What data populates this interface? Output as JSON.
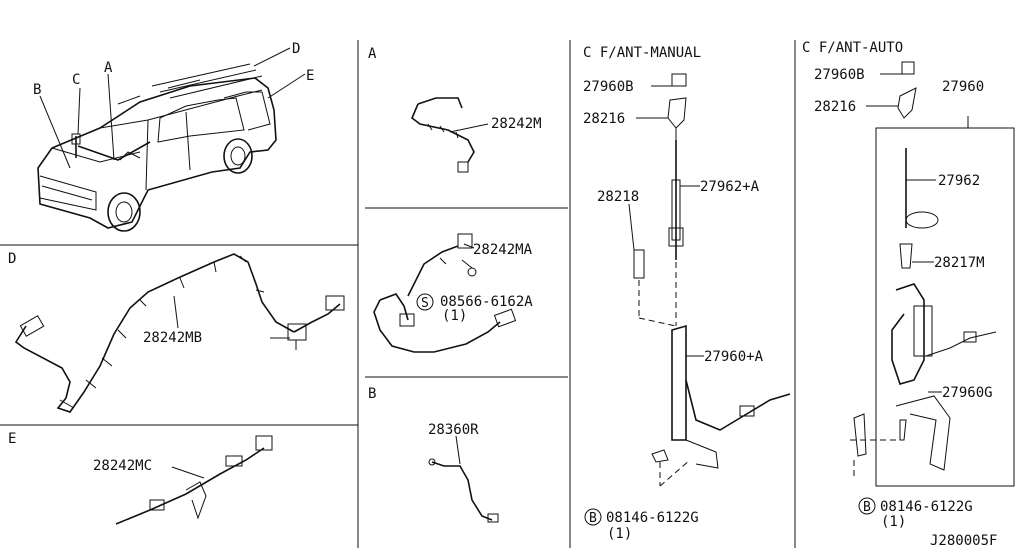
{
  "panels": {
    "vehicle": {
      "letters": [
        "B",
        "C",
        "A",
        "D",
        "E"
      ]
    },
    "D": {
      "letter": "D",
      "part": "28242MB"
    },
    "E": {
      "letter": "E",
      "part": "28242MC"
    },
    "A1": {
      "letter": "A",
      "part": "28242M"
    },
    "A2": {
      "part": "28242MA",
      "bolt_symbol": "S",
      "bolt": "08566-6162A",
      "qty": "(1)"
    },
    "B": {
      "letter": "B",
      "part": "28360R"
    },
    "C_manual": {
      "title": "C  F/ANT-MANUAL",
      "parts": [
        "27960B",
        "28216",
        "28218",
        "27962+A",
        "27960+A"
      ],
      "bolt_symbol": "B",
      "bolt": "08146-6122G",
      "qty": "(1)"
    },
    "C_auto": {
      "title": "C  F/ANT-AUTO",
      "parts": [
        "27960B",
        "28216",
        "27960",
        "27962",
        "28217M",
        "27960G"
      ],
      "bolt_symbol": "B",
      "bolt": "08146-6122G",
      "qty": "(1)"
    }
  },
  "diagram_code": "J280005F"
}
